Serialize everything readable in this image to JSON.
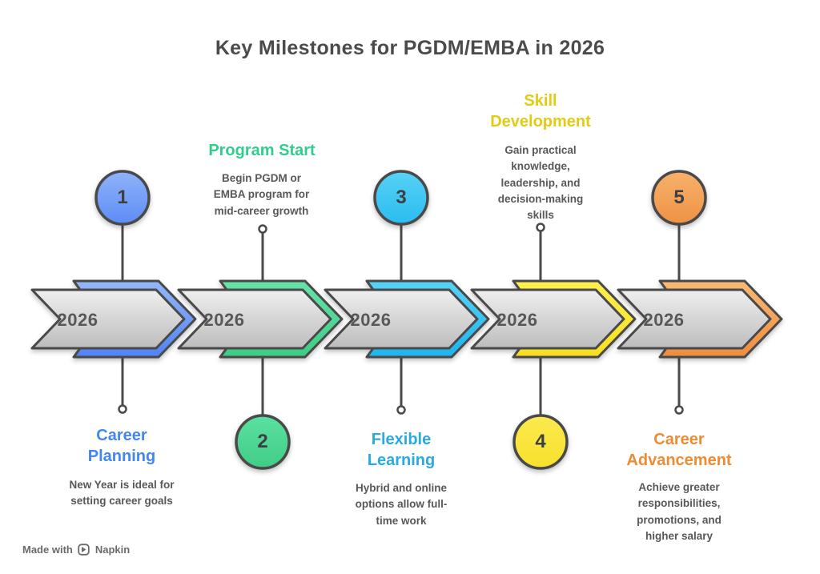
{
  "title": "Key Milestones for PGDM/EMBA in 2026",
  "timeline_segments": [
    {
      "year": "2026",
      "color_name": "blue",
      "band_color": "#5b8df6"
    },
    {
      "year": "2026",
      "color_name": "green",
      "band_color": "#47d392"
    },
    {
      "year": "2026",
      "color_name": "cyan",
      "band_color": "#35c4f2"
    },
    {
      "year": "2026",
      "color_name": "yellow",
      "band_color": "#fae52e"
    },
    {
      "year": "2026",
      "color_name": "orange",
      "band_color": "#f2a057"
    }
  ],
  "milestones": [
    {
      "number": "1",
      "title": "Career Planning",
      "description": "New Year is ideal for setting career goals",
      "accent_color": "#4285f4",
      "circle_position": "above-timeline"
    },
    {
      "number": "2",
      "title": "Program Start",
      "description": "Begin PGDM or EMBA program for mid-career growth",
      "accent_color": "#2fce8c",
      "circle_position": "below-timeline"
    },
    {
      "number": "3",
      "title": "Flexible Learning",
      "description": "Hybrid and online options allow full-time work",
      "accent_color": "#29abe2",
      "circle_position": "above-timeline"
    },
    {
      "number": "4",
      "title": "Skill Development",
      "description": "Gain practical knowledge, leadership, and decision-making skills",
      "accent_color": "#e2cb13",
      "circle_position": "below-timeline"
    },
    {
      "number": "5",
      "title": "Career Advancement",
      "description": "Achieve greater responsibilities, promotions, and higher salary",
      "accent_color": "#ee8b33",
      "circle_position": "above-timeline"
    }
  ],
  "footer": {
    "made_with": "Made with",
    "brand": "Napkin"
  }
}
